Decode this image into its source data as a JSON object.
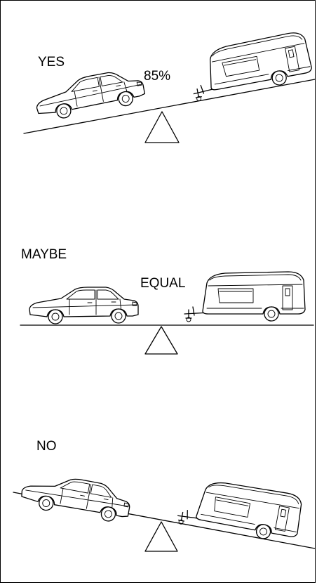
{
  "panels": [
    {
      "verdict": "YES",
      "weight_label": "85%"
    },
    {
      "verdict": "MAYBE",
      "weight_label": "EQUAL"
    },
    {
      "verdict": "NO",
      "weight_label": ""
    }
  ]
}
